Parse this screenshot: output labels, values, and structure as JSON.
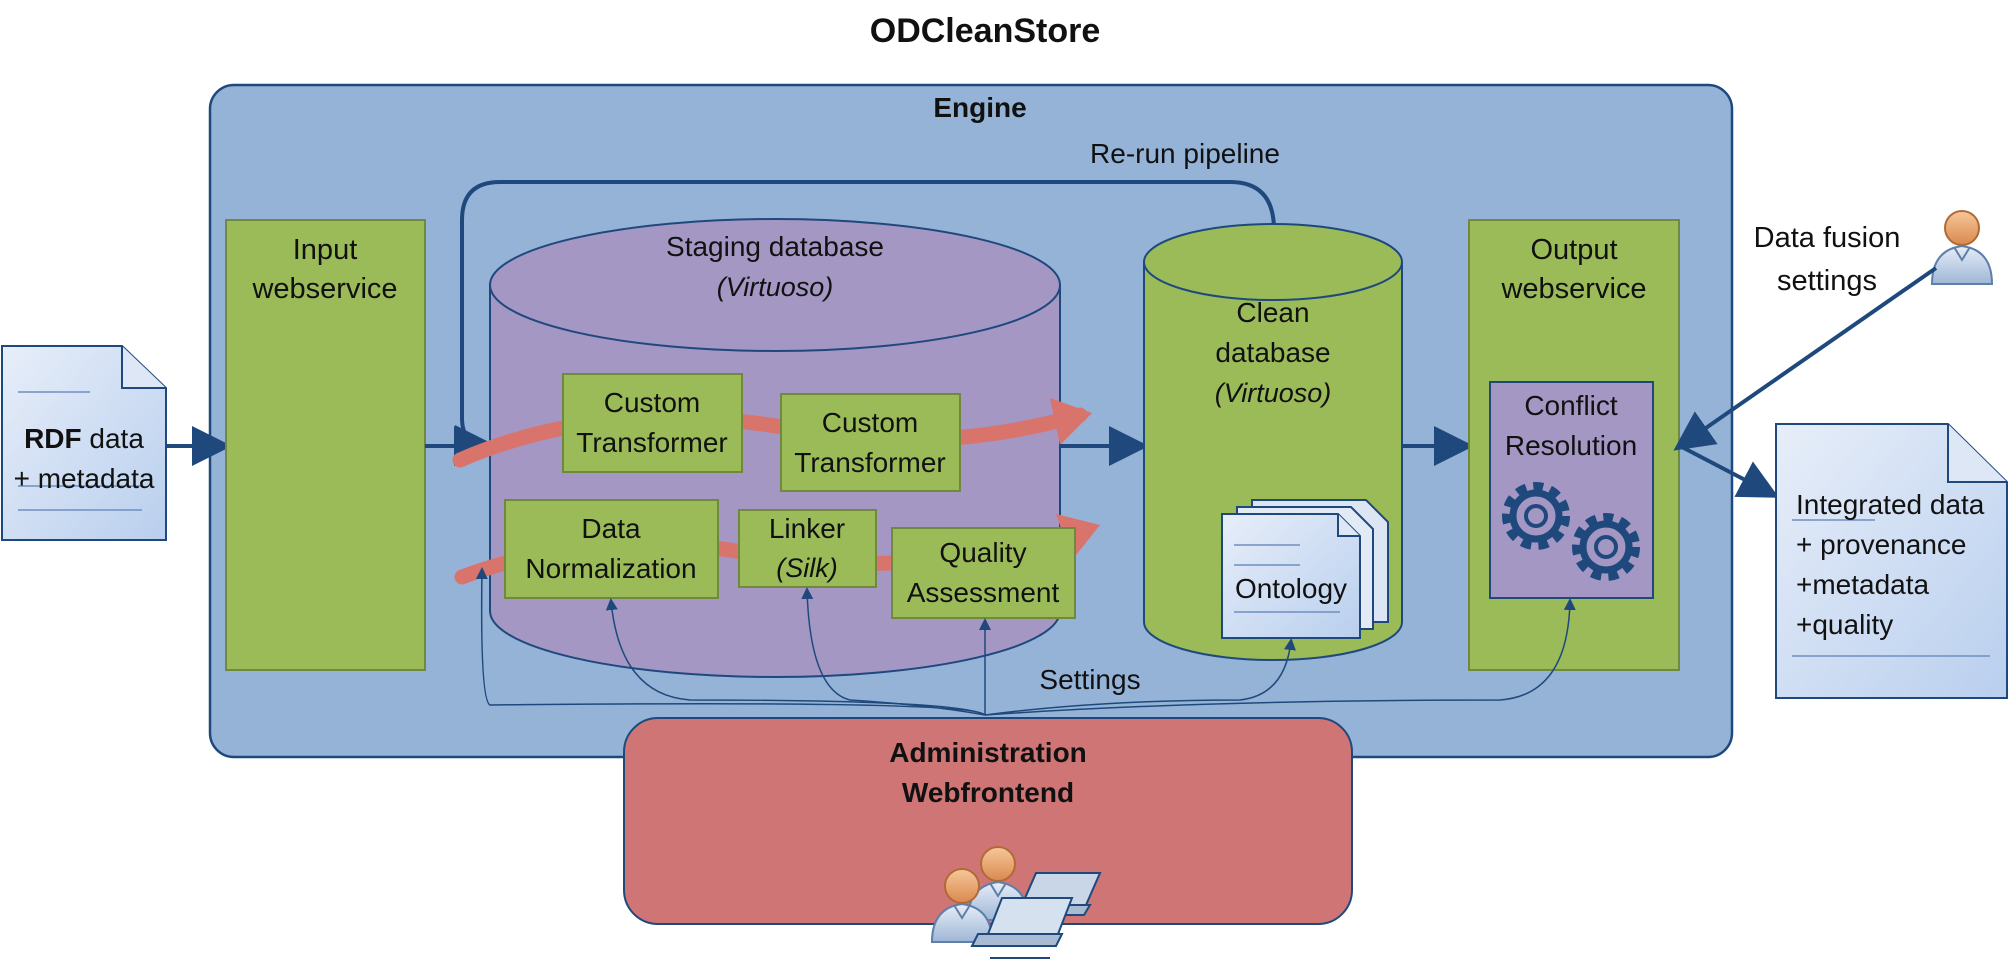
{
  "title": "ODCleanStore",
  "engine": {
    "label": "Engine"
  },
  "rerun": {
    "label": "Re-run pipeline"
  },
  "settings_label": "Settings",
  "input_doc": {
    "line1_bold": "RDF",
    "line1_rest": " data",
    "line2": "+ metadata"
  },
  "input_ws": {
    "line1": "Input",
    "line2": "webservice"
  },
  "staging": {
    "line1": "Staging database",
    "line2": "(Virtuoso)"
  },
  "custom_transformer_1": {
    "line1": "Custom",
    "line2": "Transformer"
  },
  "custom_transformer_2": {
    "line1": "Custom",
    "line2": "Transformer"
  },
  "data_normalization": {
    "line1": "Data",
    "line2": "Normalization"
  },
  "linker": {
    "line1": "Linker",
    "line2": "(Silk)"
  },
  "quality_assessment": {
    "line1": "Quality",
    "line2": "Assessment"
  },
  "clean_db": {
    "line1": "Clean",
    "line2": "database",
    "line3": "(Virtuoso)"
  },
  "ontology": {
    "label": "Ontology"
  },
  "output_ws": {
    "line1": "Output",
    "line2": "webservice"
  },
  "conflict_resolution": {
    "line1": "Conflict",
    "line2": "Resolution"
  },
  "fusion_settings": {
    "line1": "Data fusion",
    "line2": "settings"
  },
  "output_doc": {
    "line1": "Integrated data",
    "line2": "+ provenance",
    "line3": "+metadata",
    "line4": "+quality"
  },
  "admin": {
    "line1": "Administration",
    "line2": "Webfrontend"
  },
  "colors": {
    "engine_bg": "#95b3d7",
    "engine_border": "#1f497d",
    "green_box": "#9bbb59",
    "green_border": "#71893f",
    "purple_box": "#a497c4",
    "admin_red": "#d07575",
    "arrow_blue": "#1f497d",
    "pipeline_red": "#d9746c",
    "document_fill": "#c6d9f1"
  },
  "icons": [
    "gear-icon",
    "user-icon",
    "laptop-icon",
    "document-icon"
  ]
}
